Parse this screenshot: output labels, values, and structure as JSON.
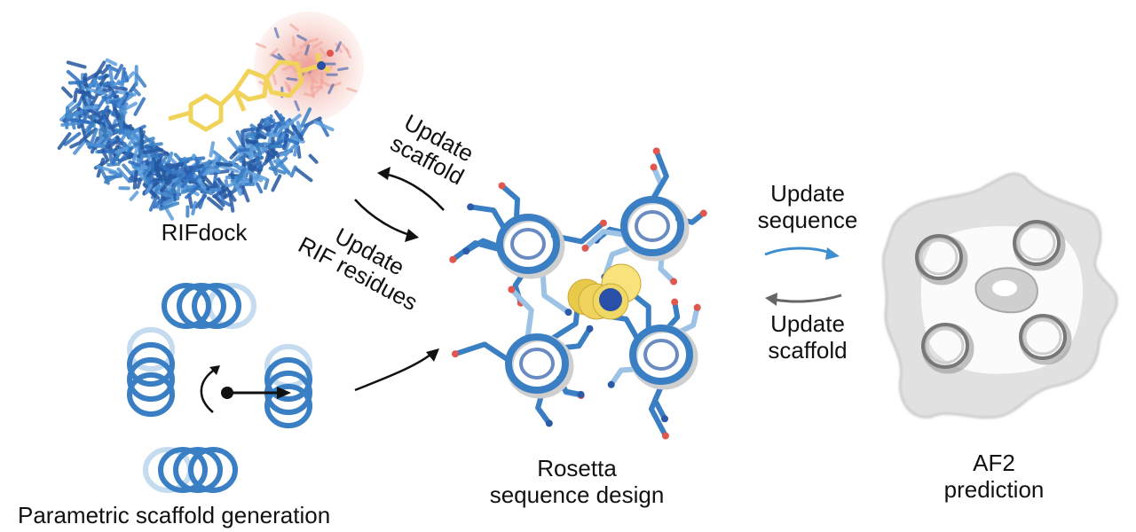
{
  "figure": {
    "panels": {
      "rifdock": {
        "label": "RIFdock"
      },
      "parametric": {
        "label": "Parametric scaffold generation"
      },
      "rosetta": {
        "label_line1": "Rosetta",
        "label_line2": "sequence design"
      },
      "af2": {
        "label_line1": "AF2",
        "label_line2": "prediction"
      }
    },
    "arrows": {
      "update_scaffold_left": {
        "line1": "Update",
        "line2": "scaffold"
      },
      "update_rif": {
        "line1": "Update",
        "line2": "RIF residues"
      },
      "update_sequence": {
        "line1": "Update",
        "line2": "sequence"
      },
      "update_scaffold_right": {
        "line1": "Update",
        "line2": "scaffold"
      }
    },
    "colors": {
      "helix_blue": "#3a7fc4",
      "helix_dark": "#2a5aa8",
      "helix_light": "#9cc3e6",
      "ligand_yellow": "#f2d35a",
      "oxygen_red": "#e0574f",
      "rif_pink": "#f1a59a",
      "surface_gray": "#d6d6d6",
      "arrow_blue": "#3f8fd0",
      "arrow_gray": "#666666",
      "arrow_black": "#111111"
    }
  }
}
